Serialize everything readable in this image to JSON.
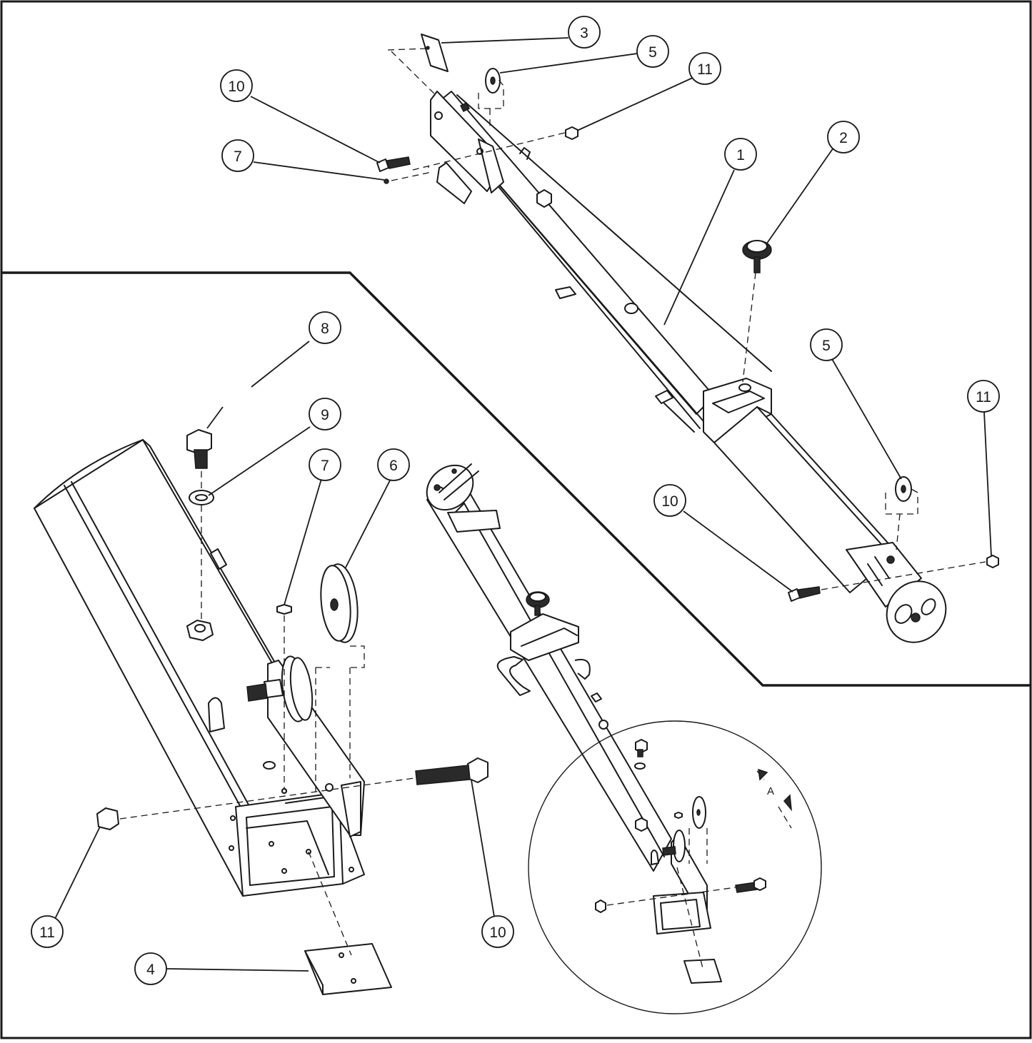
{
  "diagram": {
    "callouts": [
      {
        "id": "c3",
        "label": "3"
      },
      {
        "id": "c5a",
        "label": "5"
      },
      {
        "id": "c11a",
        "label": "11"
      },
      {
        "id": "c10a",
        "label": "10"
      },
      {
        "id": "c7a",
        "label": "7"
      },
      {
        "id": "c1",
        "label": "1"
      },
      {
        "id": "c2",
        "label": "2"
      },
      {
        "id": "c5b",
        "label": "5"
      },
      {
        "id": "c11b",
        "label": "11"
      },
      {
        "id": "c10b",
        "label": "10"
      },
      {
        "id": "c8",
        "label": "8"
      },
      {
        "id": "c9",
        "label": "9"
      },
      {
        "id": "c7b",
        "label": "7"
      },
      {
        "id": "c6",
        "label": "6"
      },
      {
        "id": "c11c",
        "label": "11"
      },
      {
        "id": "c10c",
        "label": "10"
      },
      {
        "id": "c4",
        "label": "4"
      }
    ],
    "detail_marker": "A"
  }
}
